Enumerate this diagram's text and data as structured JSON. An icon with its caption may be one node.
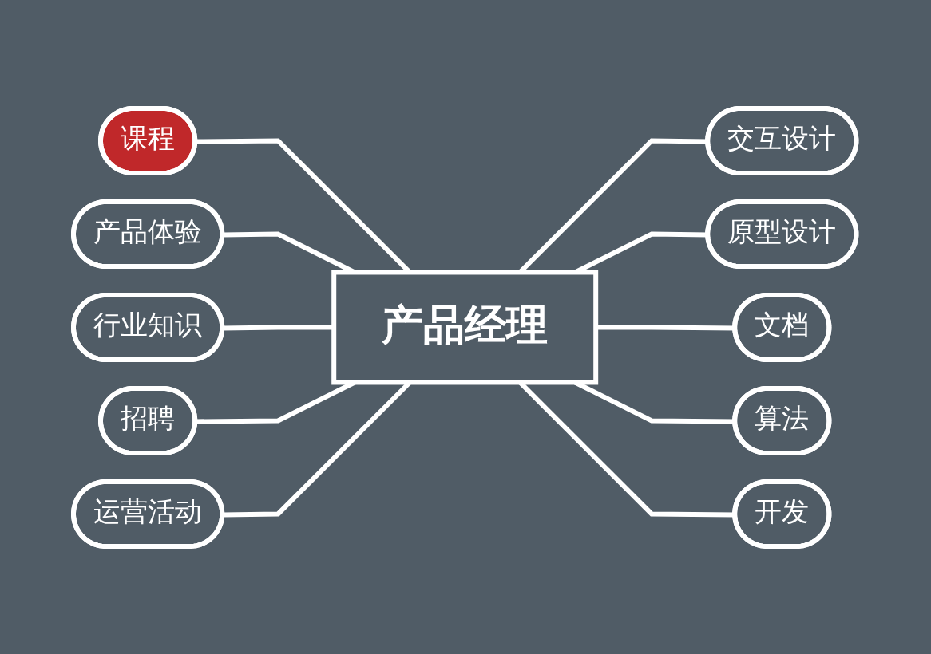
{
  "diagram": {
    "nodes": [
      {
        "text": [
          "课程"
        ]
      },
      {
        "text": [
          "交互设计"
        ]
      },
      {
        "text": [
          "产品体验"
        ]
      },
      {
        "text": [
          "原型设计"
        ]
      },
      {
        "text": [
          "产品经理"
        ]
      },
      {
        "text": [
          "行业知识"
        ]
      },
      {
        "text": [
          "文档"
        ]
      },
      {
        "text": [
          "招聘"
        ]
      },
      {
        "text": [
          "算法"
        ]
      },
      {
        "text": [
          "运营活动"
        ]
      },
      {
        "text": [
          "开发"
        ]
      }
    ],
    "edges": [
      {
        "from": 0,
        "to": 4,
        "arrow": "none"
      },
      {
        "from": 2,
        "to": 4,
        "arrow": "none"
      },
      {
        "from": 5,
        "to": 4,
        "arrow": "none"
      },
      {
        "from": 7,
        "to": 4,
        "arrow": "none"
      },
      {
        "from": 9,
        "to": 4,
        "arrow": "none"
      },
      {
        "from": 4,
        "to": 1,
        "arrow": "none"
      },
      {
        "from": 4,
        "to": 3,
        "arrow": "none"
      },
      {
        "from": 4,
        "to": 6,
        "arrow": "none"
      },
      {
        "from": 4,
        "to": 8,
        "arrow": "none"
      },
      {
        "from": 4,
        "to": 10,
        "arrow": "none"
      }
    ]
  }
}
